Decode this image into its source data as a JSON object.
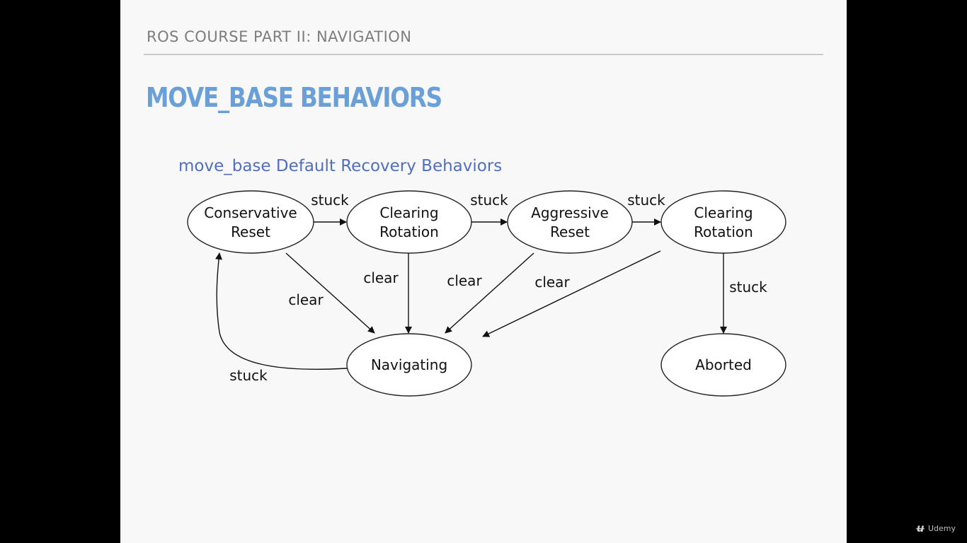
{
  "slide": {
    "course_header": "ROS COURSE PART II: NAVIGATION",
    "title": "MOVE_BASE BEHAVIORS",
    "subtitle": "move_base Default Recovery Behaviors"
  },
  "diagram": {
    "nodes": {
      "conservative_reset": [
        "Conservative",
        "Reset"
      ],
      "clearing_rotation_1": [
        "Clearing",
        "Rotation"
      ],
      "aggressive_reset": [
        "Aggressive",
        "Reset"
      ],
      "clearing_rotation_2": [
        "Clearing",
        "Rotation"
      ],
      "navigating": "Navigating",
      "aborted": "Aborted"
    },
    "edges": [
      {
        "from": "Conservative Reset",
        "to": "Clearing Rotation",
        "label": "stuck"
      },
      {
        "from": "Clearing Rotation",
        "to": "Aggressive Reset",
        "label": "stuck"
      },
      {
        "from": "Aggressive Reset",
        "to": "Clearing Rotation",
        "label": "stuck"
      },
      {
        "from": "Clearing Rotation",
        "to": "Aborted",
        "label": "stuck"
      },
      {
        "from": "Conservative Reset",
        "to": "Navigating",
        "label": "clear"
      },
      {
        "from": "Clearing Rotation",
        "to": "Navigating",
        "label": "clear"
      },
      {
        "from": "Aggressive Reset",
        "to": "Navigating",
        "label": "clear"
      },
      {
        "from": "Clearing Rotation",
        "to": "Navigating",
        "label": "clear"
      },
      {
        "from": "Navigating",
        "to": "Conservative Reset",
        "label": "stuck"
      }
    ]
  },
  "branding": {
    "logo_text": "Udemy",
    "logo_icon": "udemy-u-icon"
  },
  "colors": {
    "title": "#6a9fd8",
    "subtitle": "#4f6fbf",
    "header": "#7d7d7d"
  }
}
